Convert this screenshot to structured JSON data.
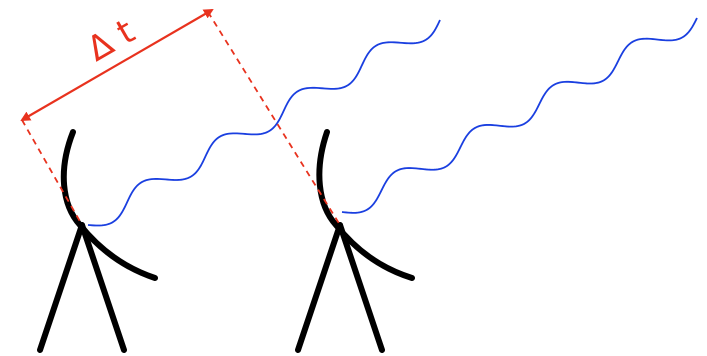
{
  "delay_label": "Δ t",
  "colors": {
    "antenna": "#000000",
    "wave": "#1a3fe0",
    "delay": "#e8321e",
    "background": "#ffffff"
  },
  "icons": [
    "antenna-left",
    "antenna-right",
    "wavefront-left",
    "wavefront-right",
    "double-arrow"
  ]
}
